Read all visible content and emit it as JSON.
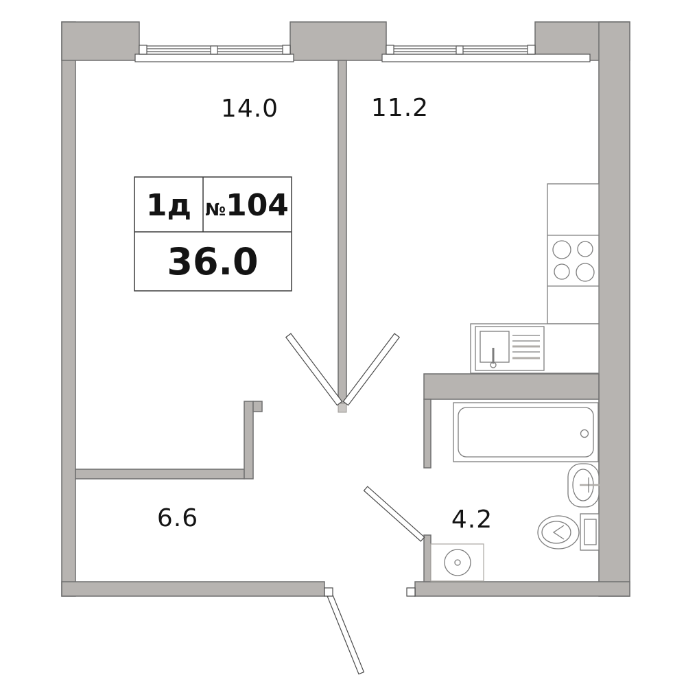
{
  "unit": {
    "type_label": "1д",
    "number_prefix": "№",
    "number": "104",
    "total_area": "36.0"
  },
  "rooms": {
    "living": {
      "area": "14.0"
    },
    "kitchen": {
      "area": "11.2"
    },
    "hallway": {
      "area": "6.6"
    },
    "bathroom": {
      "area": "4.2"
    }
  },
  "colors": {
    "background": "#ffffff",
    "wall_fill": "#b7b4b1",
    "wall_stroke": "#6f6f6f",
    "partition_tip_fill": "#c9c6c3",
    "partition_tip_stroke": "#9b9895",
    "fixture_fill": "#ffffff",
    "fixture_stroke": "#7d7d7d",
    "fixture_light_stroke": "#b0ada9",
    "window_stroke": "#555555",
    "door_stroke": "#4a4a4a",
    "label_box_stroke": "#3c3c3c",
    "text_color": "#141414"
  }
}
